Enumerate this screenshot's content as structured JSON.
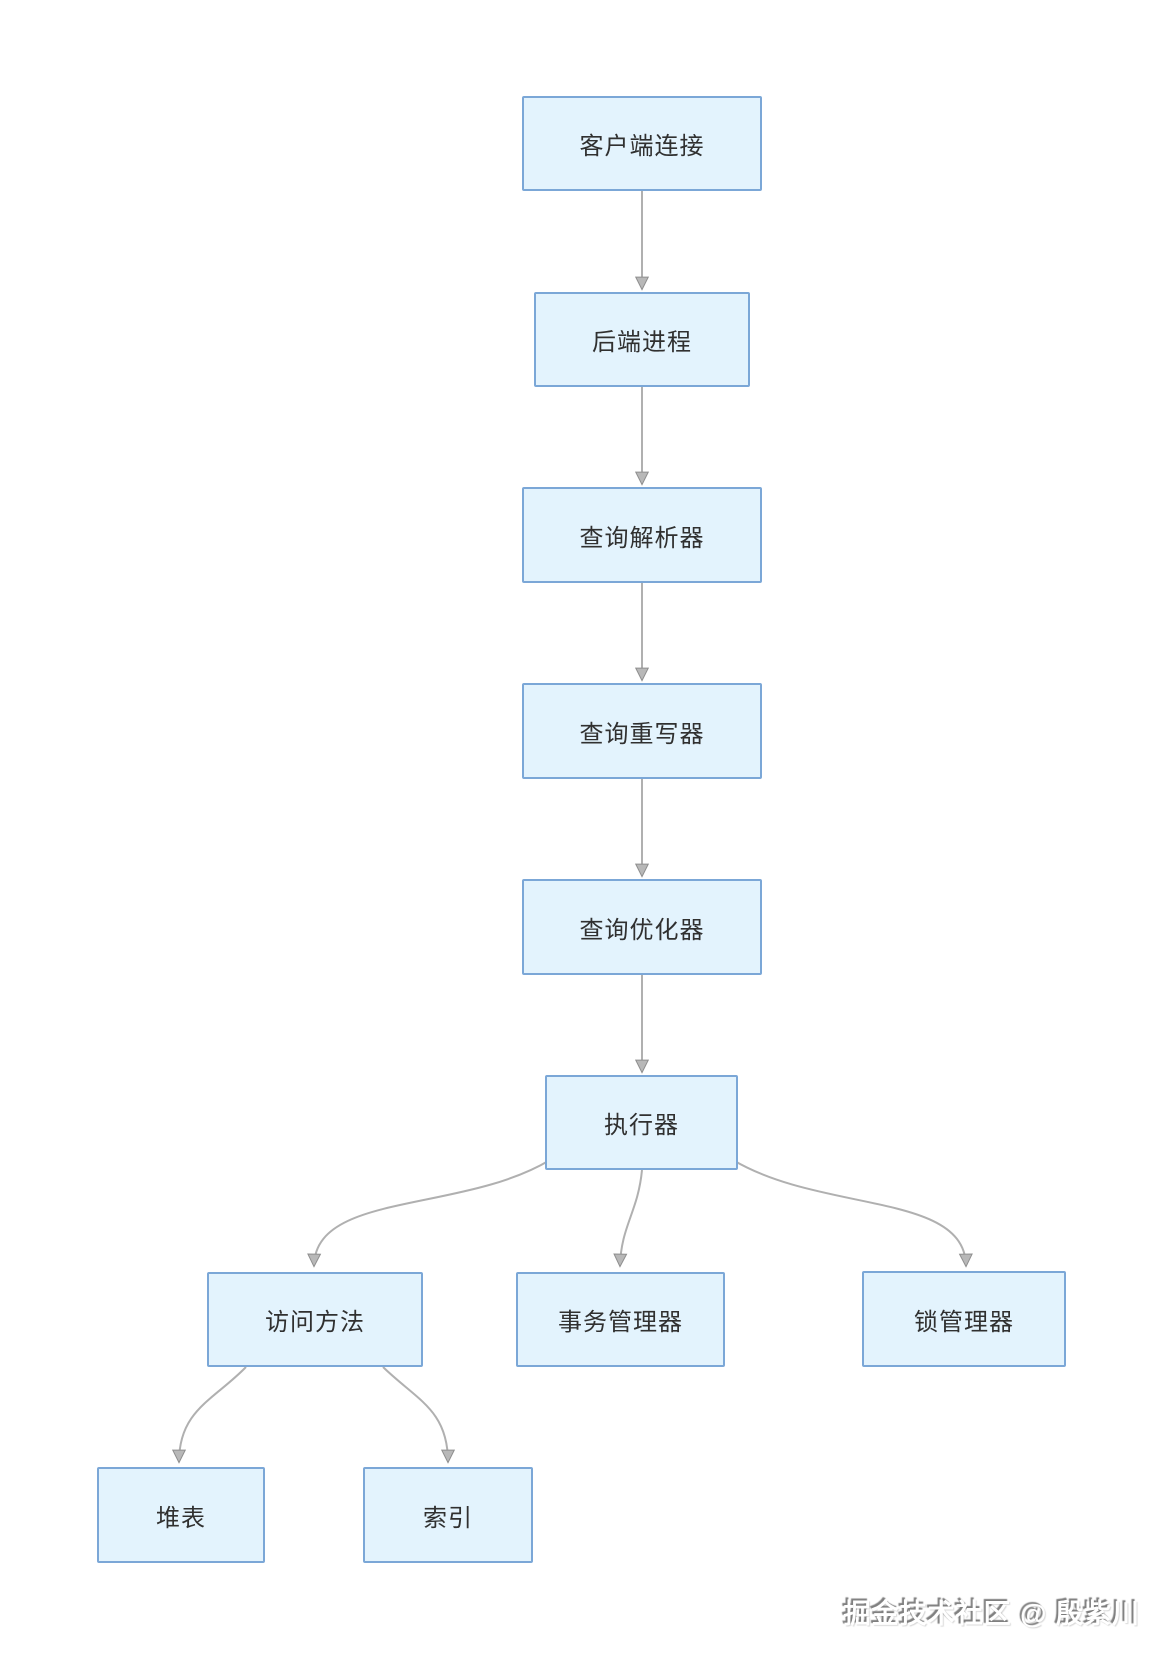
{
  "page": {
    "background": "#ffffff"
  },
  "diagram": {
    "type": "flowchart",
    "nodes": [
      {
        "id": "client-connection",
        "label": "客户端连接"
      },
      {
        "id": "backend-process",
        "label": "后端进程"
      },
      {
        "id": "query-parser",
        "label": "查询解析器"
      },
      {
        "id": "query-rewriter",
        "label": "查询重写器"
      },
      {
        "id": "query-optimizer",
        "label": "查询优化器"
      },
      {
        "id": "executor",
        "label": "执行器"
      },
      {
        "id": "access-methods",
        "label": "访问方法"
      },
      {
        "id": "transaction-manager",
        "label": "事务管理器"
      },
      {
        "id": "lock-manager",
        "label": "锁管理器"
      },
      {
        "id": "heap-table",
        "label": "堆表"
      },
      {
        "id": "index",
        "label": "索引"
      }
    ],
    "edges": [
      {
        "from": "客户端连接",
        "to": "后端进程"
      },
      {
        "from": "后端进程",
        "to": "查询解析器"
      },
      {
        "from": "查询解析器",
        "to": "查询重写器"
      },
      {
        "from": "查询重写器",
        "to": "查询优化器"
      },
      {
        "from": "查询优化器",
        "to": "执行器"
      },
      {
        "from": "执行器",
        "to": "访问方法"
      },
      {
        "from": "执行器",
        "to": "事务管理器"
      },
      {
        "from": "执行器",
        "to": "锁管理器"
      },
      {
        "from": "访问方法",
        "to": "堆表"
      },
      {
        "from": "访问方法",
        "to": "索引"
      }
    ],
    "colors": {
      "node_fill": "#e3f3fd",
      "node_border": "#7ba7d7",
      "edge": "#b0b0b0",
      "arrowhead": "#b8b8b8",
      "text": "#303030"
    }
  },
  "watermark": {
    "text": "掘金技术社区 @ 殷紫川"
  }
}
